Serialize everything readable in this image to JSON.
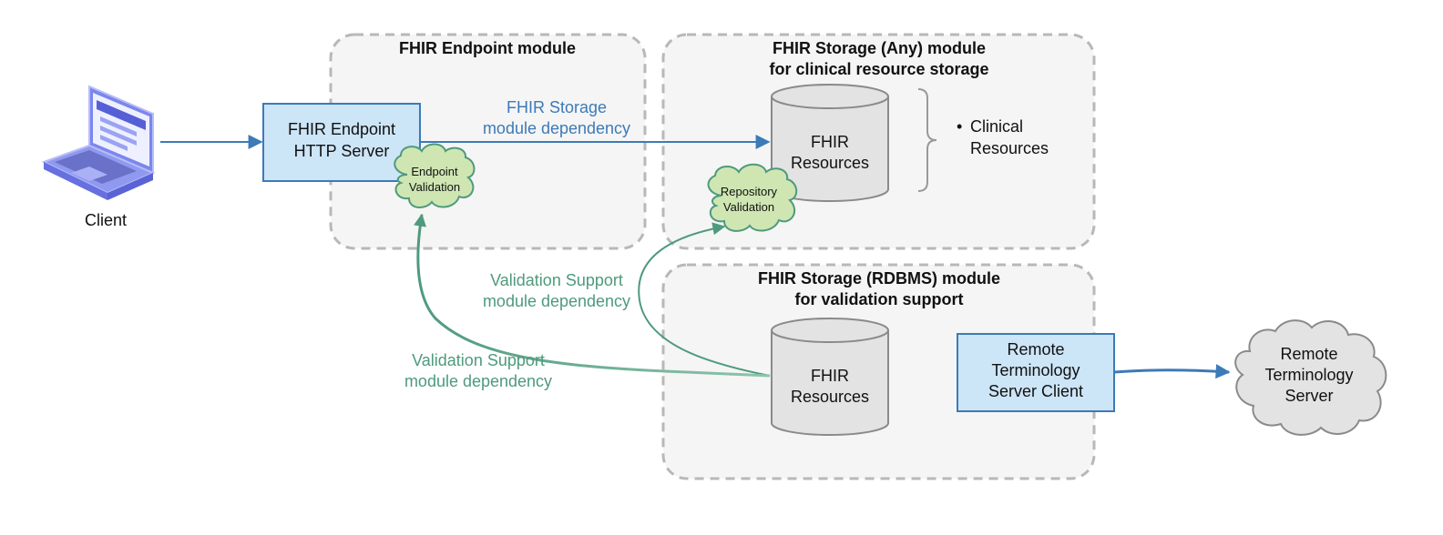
{
  "client": {
    "label": "Client"
  },
  "modules": {
    "endpoint": {
      "title": "FHIR Endpoint module"
    },
    "storage_any": {
      "title_line1": "FHIR Storage (Any) module",
      "title_line2": "for clinical resource storage"
    },
    "storage_rdbms": {
      "title_line1": "FHIR Storage (RDBMS) module",
      "title_line2": "for validation support"
    }
  },
  "nodes": {
    "http_server": {
      "line1": "FHIR Endpoint",
      "line2": "HTTP Server"
    },
    "endpoint_validation": {
      "line1": "Endpoint",
      "line2": "Validation"
    },
    "repository_validation": {
      "line1": "Repository",
      "line2": "Validation"
    },
    "fhir_resources_any": {
      "line1": "FHIR",
      "line2": "Resources"
    },
    "fhir_resources_rdbms": {
      "line1": "FHIR",
      "line2": "Resources"
    },
    "clinical_resources": {
      "bullet": "•",
      "line1": "Clinical",
      "line2": "Resources"
    },
    "remote_client": {
      "line1": "Remote",
      "line2": "Terminology",
      "line3": "Server Client"
    },
    "remote_server": {
      "line1": "Remote",
      "line2": "Terminology",
      "line3": "Server"
    }
  },
  "edges": {
    "storage_dependency": {
      "line1": "FHIR Storage",
      "line2": "module dependency"
    },
    "validation_dependency_repo": {
      "line1": "Validation Support",
      "line2": "module dependency"
    },
    "validation_dependency_endpoint": {
      "line1": "Validation Support",
      "line2": "module dependency"
    }
  },
  "colors": {
    "module_fill": "#f5f5f5",
    "module_border": "#b8b8b8",
    "box_fill": "#cce5f7",
    "box_border": "#3d7ab8",
    "blue_arrow": "#3d7ab8",
    "blue_text": "#3d7ab8",
    "green_arrow": "#4e9a7d",
    "green_text": "#4e9a7d",
    "cloud_green_fill": "#cfe6b3",
    "cylinder_fill": "#e3e3e3",
    "cylinder_border": "#8a8a8a",
    "laptop": "#7b86ee"
  }
}
